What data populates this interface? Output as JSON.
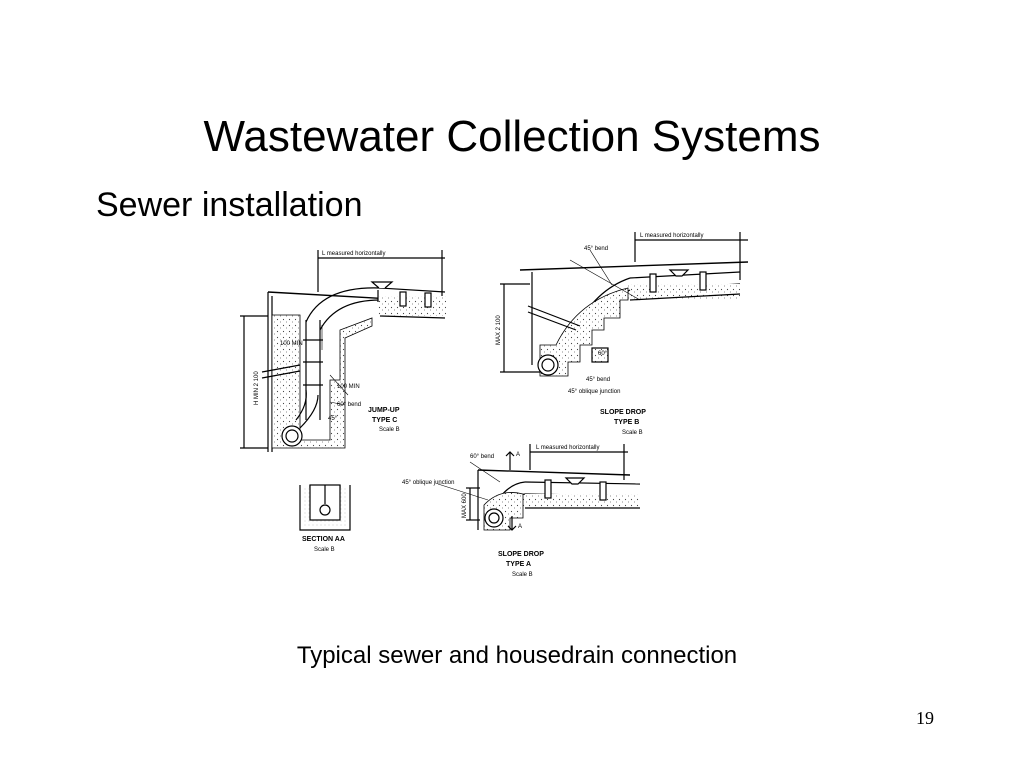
{
  "slide": {
    "title": "Wastewater Collection Systems",
    "subtitle": "Sewer installation",
    "caption": "Typical sewer and housedrain connection",
    "page_number": "19"
  },
  "figure": {
    "jump_up": {
      "heading": "JUMP-UP",
      "type": "TYPE C",
      "scale": "Scale B",
      "measure": "L measured horizontally",
      "min_label": "100 MIN",
      "min_label2": "100 MIN",
      "bend": "60° bend",
      "angle": "45°",
      "height": "H  MIN  2 100"
    },
    "slope_drop_b": {
      "heading": "SLOPE DROP",
      "type": "TYPE B",
      "scale": "Scale B",
      "measure": "L measured horizontally",
      "bend_top": "45° bend",
      "bend_60": "60°",
      "bend_bottom": "45° bend",
      "junction": "45° oblique junction",
      "height": "MAX 2 100"
    },
    "section_aa": {
      "heading": "SECTION AA",
      "scale": "Scale B"
    },
    "slope_drop_a": {
      "heading": "SLOPE DROP",
      "type": "TYPE A",
      "scale": "Scale B",
      "measure": "L measured horizontally",
      "bend": "60° bend",
      "junction": "45° oblique junction",
      "marker_top": "A",
      "marker_bottom": "A",
      "height": "MAX 600"
    }
  }
}
